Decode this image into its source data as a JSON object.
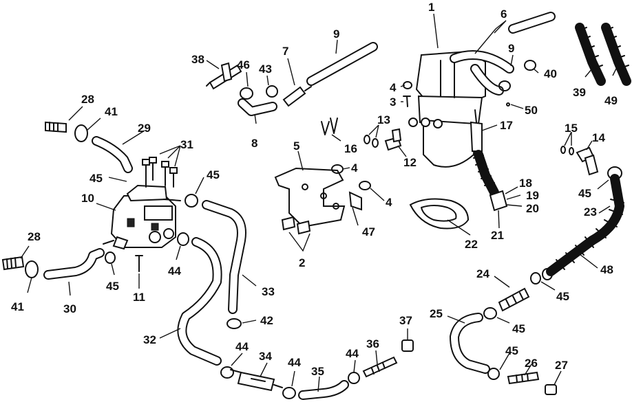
{
  "callouts": [
    {
      "id": "c1",
      "text": "1"
    },
    {
      "id": "c2",
      "text": "2"
    },
    {
      "id": "c3",
      "text": "3"
    },
    {
      "id": "c4a",
      "text": "4"
    },
    {
      "id": "c4b",
      "text": "4"
    },
    {
      "id": "c4c",
      "text": "4"
    },
    {
      "id": "c5",
      "text": "5"
    },
    {
      "id": "c6",
      "text": "6"
    },
    {
      "id": "c7",
      "text": "7"
    },
    {
      "id": "c8",
      "text": "8"
    },
    {
      "id": "c9a",
      "text": "9"
    },
    {
      "id": "c9b",
      "text": "9"
    },
    {
      "id": "c10",
      "text": "10"
    },
    {
      "id": "c11",
      "text": "11"
    },
    {
      "id": "c12",
      "text": "12"
    },
    {
      "id": "c13",
      "text": "13"
    },
    {
      "id": "c14",
      "text": "14"
    },
    {
      "id": "c15",
      "text": "15"
    },
    {
      "id": "c16",
      "text": "16"
    },
    {
      "id": "c17",
      "text": "17"
    },
    {
      "id": "c18",
      "text": "18"
    },
    {
      "id": "c19",
      "text": "19"
    },
    {
      "id": "c20",
      "text": "20"
    },
    {
      "id": "c21",
      "text": "21"
    },
    {
      "id": "c22",
      "text": "22"
    },
    {
      "id": "c23",
      "text": "23"
    },
    {
      "id": "c24",
      "text": "24"
    },
    {
      "id": "c25",
      "text": "25"
    },
    {
      "id": "c26",
      "text": "26"
    },
    {
      "id": "c27",
      "text": "27"
    },
    {
      "id": "c28a",
      "text": "28"
    },
    {
      "id": "c28b",
      "text": "28"
    },
    {
      "id": "c29",
      "text": "29"
    },
    {
      "id": "c30",
      "text": "30"
    },
    {
      "id": "c31",
      "text": "31"
    },
    {
      "id": "c32",
      "text": "32"
    },
    {
      "id": "c33",
      "text": "33"
    },
    {
      "id": "c34",
      "text": "34"
    },
    {
      "id": "c35",
      "text": "35"
    },
    {
      "id": "c36",
      "text": "36"
    },
    {
      "id": "c37",
      "text": "37"
    },
    {
      "id": "c38",
      "text": "38"
    },
    {
      "id": "c39",
      "text": "39"
    },
    {
      "id": "c40",
      "text": "40"
    },
    {
      "id": "c41a",
      "text": "41"
    },
    {
      "id": "c41b",
      "text": "41"
    },
    {
      "id": "c42",
      "text": "42"
    },
    {
      "id": "c43",
      "text": "43"
    },
    {
      "id": "c44a",
      "text": "44"
    },
    {
      "id": "c44b",
      "text": "44"
    },
    {
      "id": "c44c",
      "text": "44"
    },
    {
      "id": "c44d",
      "text": "44"
    },
    {
      "id": "c45a",
      "text": "45"
    },
    {
      "id": "c45b",
      "text": "45"
    },
    {
      "id": "c45c",
      "text": "45"
    },
    {
      "id": "c45d",
      "text": "45"
    },
    {
      "id": "c45e",
      "text": "45"
    },
    {
      "id": "c45f",
      "text": "45"
    },
    {
      "id": "c45g",
      "text": "45"
    },
    {
      "id": "c46",
      "text": "46"
    },
    {
      "id": "c47",
      "text": "47"
    },
    {
      "id": "c48",
      "text": "48"
    },
    {
      "id": "c49",
      "text": "49"
    },
    {
      "id": "c50",
      "text": "50"
    }
  ],
  "colors": {
    "ink": "#111111",
    "background": "#ffffff"
  }
}
